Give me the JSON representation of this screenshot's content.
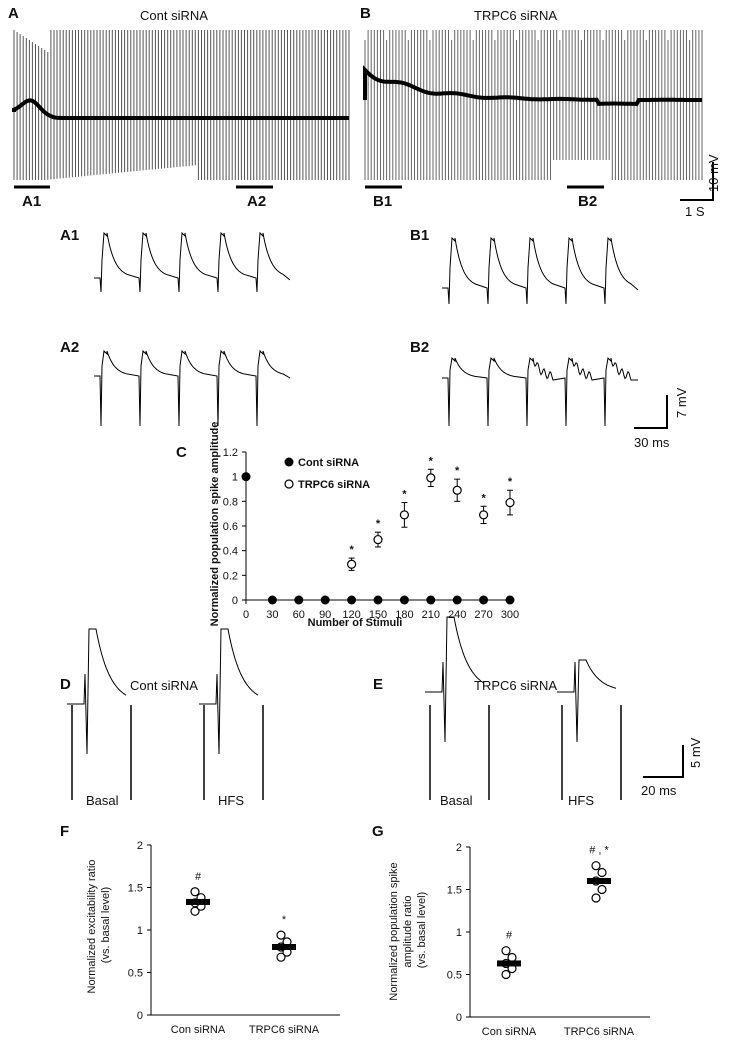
{
  "panels": {
    "A": {
      "label": "A",
      "title": "Cont siRNA"
    },
    "B": {
      "label": "B",
      "title": "TRPC6 siRNA"
    },
    "D": {
      "label": "D",
      "title": "Cont siRNA",
      "basal": "Basal",
      "hfs": "HFS"
    },
    "E": {
      "label": "E",
      "title": "TRPC6 siRNA",
      "basal": "Basal",
      "hfs": "HFS"
    },
    "C": {
      "label": "C"
    },
    "F": {
      "label": "F"
    },
    "G": {
      "label": "G"
    }
  },
  "segments": {
    "A1": "A1",
    "A2": "A2",
    "B1": "B1",
    "B2": "B2"
  },
  "scalebars": {
    "top": {
      "v": "10 mV",
      "h": "1 S"
    },
    "mid": {
      "v": "7 mV",
      "h": "30 ms"
    },
    "de": {
      "v": "5 mV",
      "h": "20 ms"
    }
  },
  "chart_data": [
    {
      "panel": "C",
      "type": "scatter",
      "xlabel": "Number of Stimuli",
      "ylabel": "Normalized population spike amplitude",
      "x": [
        0,
        30,
        60,
        90,
        120,
        150,
        180,
        210,
        240,
        270,
        300
      ],
      "xlim": [
        0,
        300
      ],
      "ylim": [
        0,
        1.2
      ],
      "yticks": [
        "0",
        "0.2",
        "0.4",
        "0.6",
        "0.8",
        "1",
        "1.2"
      ],
      "legend_position": "top-left",
      "series": [
        {
          "name": "Cont siRNA",
          "marker": "filled-circle",
          "values": [
            1,
            0,
            0,
            0,
            0,
            0,
            0,
            0,
            0,
            0,
            0
          ]
        },
        {
          "name": "TRPC6 siRNA",
          "marker": "open-circle",
          "values": [
            null,
            null,
            null,
            null,
            0.29,
            0.49,
            0.69,
            0.99,
            0.89,
            0.69,
            0.79
          ],
          "errors": [
            null,
            null,
            null,
            null,
            0.05,
            0.06,
            0.1,
            0.07,
            0.09,
            0.07,
            0.1
          ],
          "significance": [
            null,
            null,
            null,
            null,
            "*",
            "*",
            "*",
            "*",
            "*",
            "*",
            "*"
          ]
        }
      ]
    },
    {
      "panel": "F",
      "type": "scatter",
      "ylabel": "Normalized excitability ratio (vs. basal level)",
      "categories": [
        "Con siRNA",
        "TRPC6 siRNA"
      ],
      "ylim": [
        0,
        2
      ],
      "yticks": [
        "0",
        "0.5",
        "1",
        "1.5",
        "2"
      ],
      "means": [
        1.33,
        0.8
      ],
      "significance": [
        "#",
        "*"
      ],
      "points": [
        [
          1.22,
          1.28,
          1.32,
          1.38,
          1.45
        ],
        [
          0.68,
          0.74,
          0.8,
          0.86,
          0.94
        ]
      ]
    },
    {
      "panel": "G",
      "type": "scatter",
      "ylabel": "Normalized population spike amplitude ratio (vs. basal level)",
      "categories": [
        "Con siRNA",
        "TRPC6 siRNA"
      ],
      "ylim": [
        0,
        2
      ],
      "yticks": [
        "0",
        "0.5",
        "1",
        "1.5",
        "2"
      ],
      "means": [
        0.63,
        1.6
      ],
      "significance": [
        "#",
        "# , *"
      ],
      "points": [
        [
          0.5,
          0.57,
          0.63,
          0.7,
          0.78
        ],
        [
          1.4,
          1.5,
          1.6,
          1.7,
          1.78
        ]
      ]
    }
  ]
}
